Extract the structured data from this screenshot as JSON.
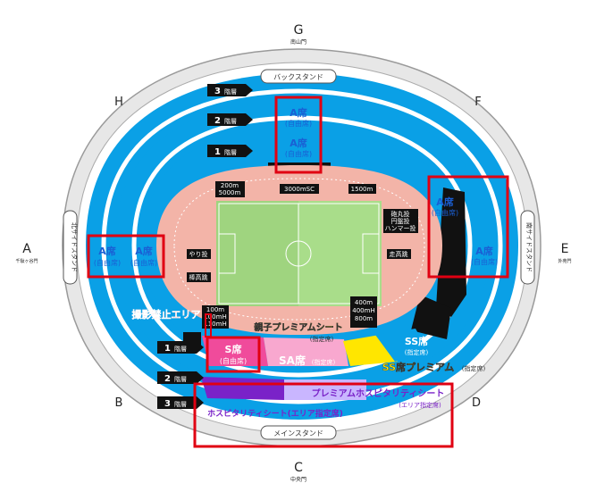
{
  "gates": {
    "g": {
      "letter": "G",
      "label": "南山門"
    },
    "a": {
      "letter": "A",
      "label": "千駄ヶ谷門"
    },
    "e": {
      "letter": "E",
      "label": "外苑門"
    },
    "c": {
      "letter": "C",
      "label": "中央門"
    },
    "h": {
      "letter": "H"
    },
    "f": {
      "letter": "F"
    },
    "b": {
      "letter": "B"
    },
    "d": {
      "letter": "D"
    }
  },
  "stands": {
    "back": "バックスタンド",
    "main": "メインスタンド",
    "north": "北サイドスタンド",
    "south": "南サイドスタンド"
  },
  "floors": {
    "f3": {
      "num": "3",
      "unit": "階層"
    },
    "f2": {
      "num": "2",
      "unit": "階層"
    },
    "f1": {
      "num": "1",
      "unit": "階層"
    }
  },
  "seats": {
    "a_class": "A席",
    "free": "(自由席)",
    "s_class": "S席",
    "sa_class": "SA席",
    "sa_note": "(指定席)",
    "ss_class": "SS席",
    "ss_note": "(指定席)",
    "ss_premium": "SS席プレミアム",
    "ss_premium_note": "(指定席)",
    "family": "親子プレミアムシート",
    "family_note": "(指定席)",
    "premium_hosp": "プレミアムホスピタリティシート",
    "premium_hosp_note": "(エリア指定席)",
    "hosp": "ホスピタリティシート(エリア指定席)",
    "no_photo": "撮影禁止エリア"
  },
  "events": {
    "e200": "200m",
    "e5000": "5000m",
    "e3000": "3000mSC",
    "e1500": "1500m",
    "shot": "砲丸投",
    "discus": "円盤投",
    "hammer": "ハンマー投",
    "javelin": "やり投",
    "pole": "棒高跳",
    "hj": "走高跳",
    "e100": "100m",
    "e100h": "100mH",
    "e110h": "110mH",
    "e400": "400m",
    "e400h": "400mH",
    "e800": "800m"
  },
  "colors": {
    "seat_blue": "#0aa0e6",
    "track": "#f3b4a8",
    "field": "#a9dd8a",
    "highlight": "#e00012",
    "pink": "#f04b9b",
    "purple": "#7a22c8",
    "yellow": "#ffe600",
    "label_blue": "#1a5fd4"
  }
}
